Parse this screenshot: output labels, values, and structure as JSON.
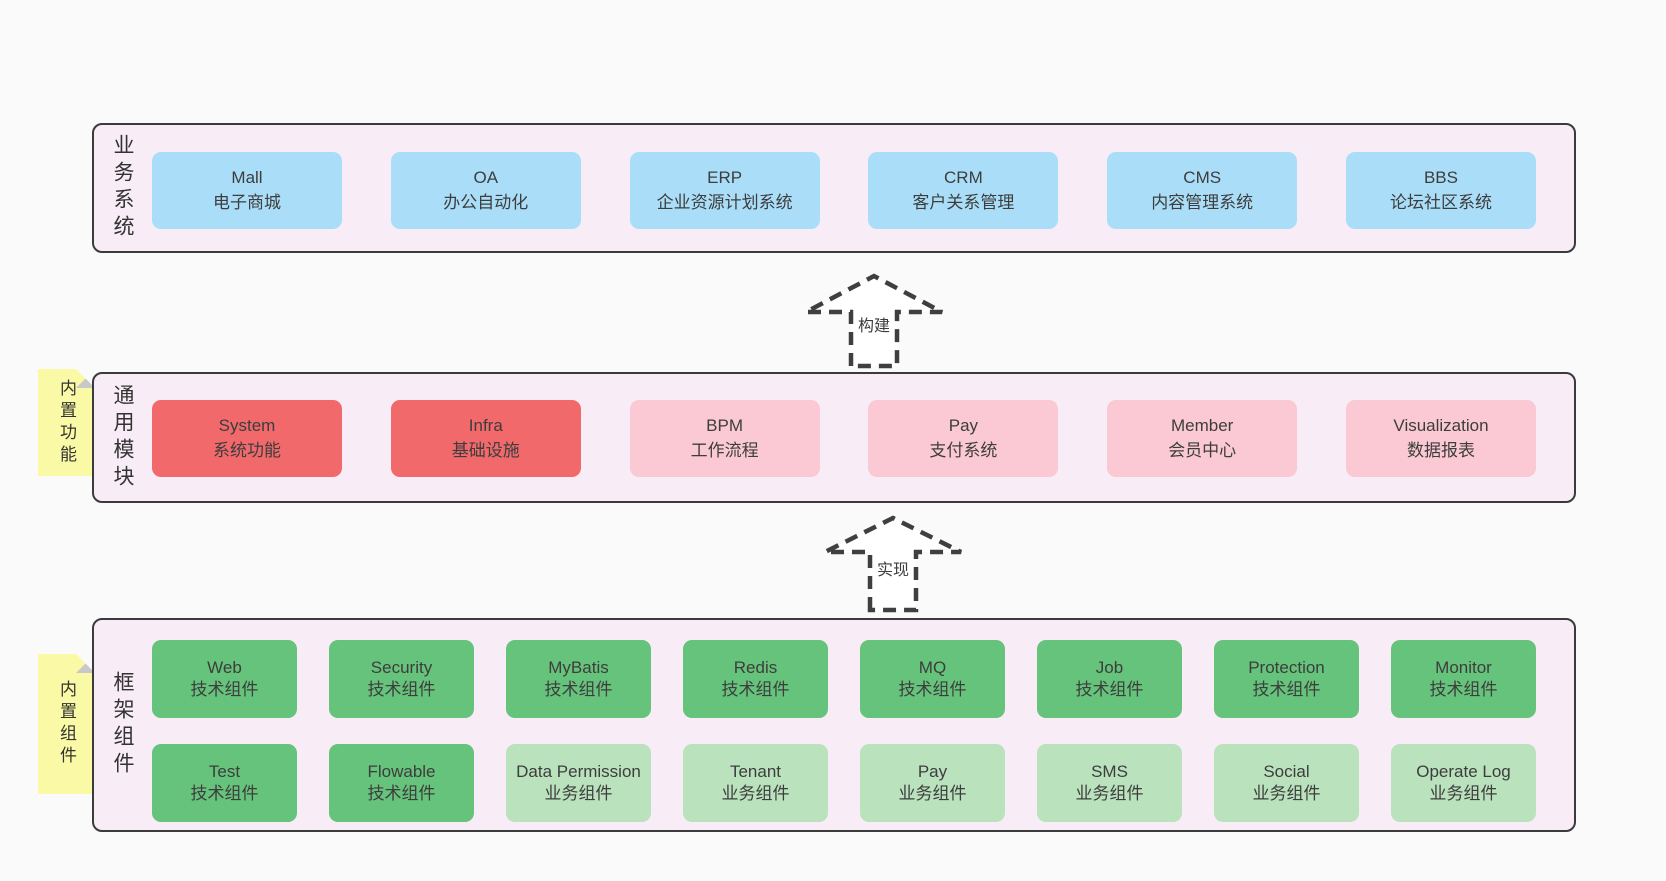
{
  "diagram": {
    "layers": [
      {
        "label": "业务系统",
        "boxes": [
          {
            "title": "Mall",
            "subtitle": "电子商城",
            "variant": "business"
          },
          {
            "title": "OA",
            "subtitle": "办公自动化",
            "variant": "business"
          },
          {
            "title": "ERP",
            "subtitle": "企业资源计划系统",
            "variant": "business"
          },
          {
            "title": "CRM",
            "subtitle": "客户关系管理",
            "variant": "business"
          },
          {
            "title": "CMS",
            "subtitle": "内容管理系统",
            "variant": "business"
          },
          {
            "title": "BBS",
            "subtitle": "论坛社区系统",
            "variant": "business"
          }
        ]
      },
      {
        "label": "通用模块",
        "side_note": "内置功能",
        "boxes": [
          {
            "title": "System",
            "subtitle": "系统功能",
            "variant": "core-module"
          },
          {
            "title": "Infra",
            "subtitle": "基础设施",
            "variant": "core-module"
          },
          {
            "title": "BPM",
            "subtitle": "工作流程",
            "variant": "module"
          },
          {
            "title": "Pay",
            "subtitle": "支付系统",
            "variant": "module"
          },
          {
            "title": "Member",
            "subtitle": "会员中心",
            "variant": "module"
          },
          {
            "title": "Visualization",
            "subtitle": "数据报表",
            "variant": "module"
          }
        ]
      },
      {
        "label": "框架组件",
        "side_note": "内置组件",
        "rows": [
          [
            {
              "title": "Web",
              "subtitle": "技术组件",
              "variant": "tech"
            },
            {
              "title": "Security",
              "subtitle": "技术组件",
              "variant": "tech"
            },
            {
              "title": "MyBatis",
              "subtitle": "技术组件",
              "variant": "tech"
            },
            {
              "title": "Redis",
              "subtitle": "技术组件",
              "variant": "tech"
            },
            {
              "title": "MQ",
              "subtitle": "技术组件",
              "variant": "tech"
            },
            {
              "title": "Job",
              "subtitle": "技术组件",
              "variant": "tech"
            },
            {
              "title": "Protection",
              "subtitle": "技术组件",
              "variant": "tech"
            },
            {
              "title": "Monitor",
              "subtitle": "技术组件",
              "variant": "tech"
            }
          ],
          [
            {
              "title": "Test",
              "subtitle": "技术组件",
              "variant": "tech"
            },
            {
              "title": "Flowable",
              "subtitle": "技术组件",
              "variant": "tech"
            },
            {
              "title": "Data Permission",
              "subtitle": "业务组件",
              "variant": "biz"
            },
            {
              "title": "Tenant",
              "subtitle": "业务组件",
              "variant": "biz"
            },
            {
              "title": "Pay",
              "subtitle": "业务组件",
              "variant": "biz"
            },
            {
              "title": "SMS",
              "subtitle": "业务组件",
              "variant": "biz"
            },
            {
              "title": "Social",
              "subtitle": "业务组件",
              "variant": "biz"
            },
            {
              "title": "Operate Log",
              "subtitle": "业务组件",
              "variant": "biz"
            }
          ]
        ]
      }
    ],
    "arrows": [
      {
        "label": "构建"
      },
      {
        "label": "实现"
      }
    ],
    "colors": {
      "page_bg": "#fafafa",
      "layer_bg": "#f8edf6",
      "layer_border": "#3b3b3b",
      "business_box": "#aadef8",
      "core_module_box": "#f1696b",
      "module_box": "#fac9d3",
      "tech_component_box": "#66c37b",
      "biz_component_box": "#b9e2bd",
      "sticky_note": "#fafaa6",
      "arrow_stroke": "#3f3f3f"
    }
  }
}
